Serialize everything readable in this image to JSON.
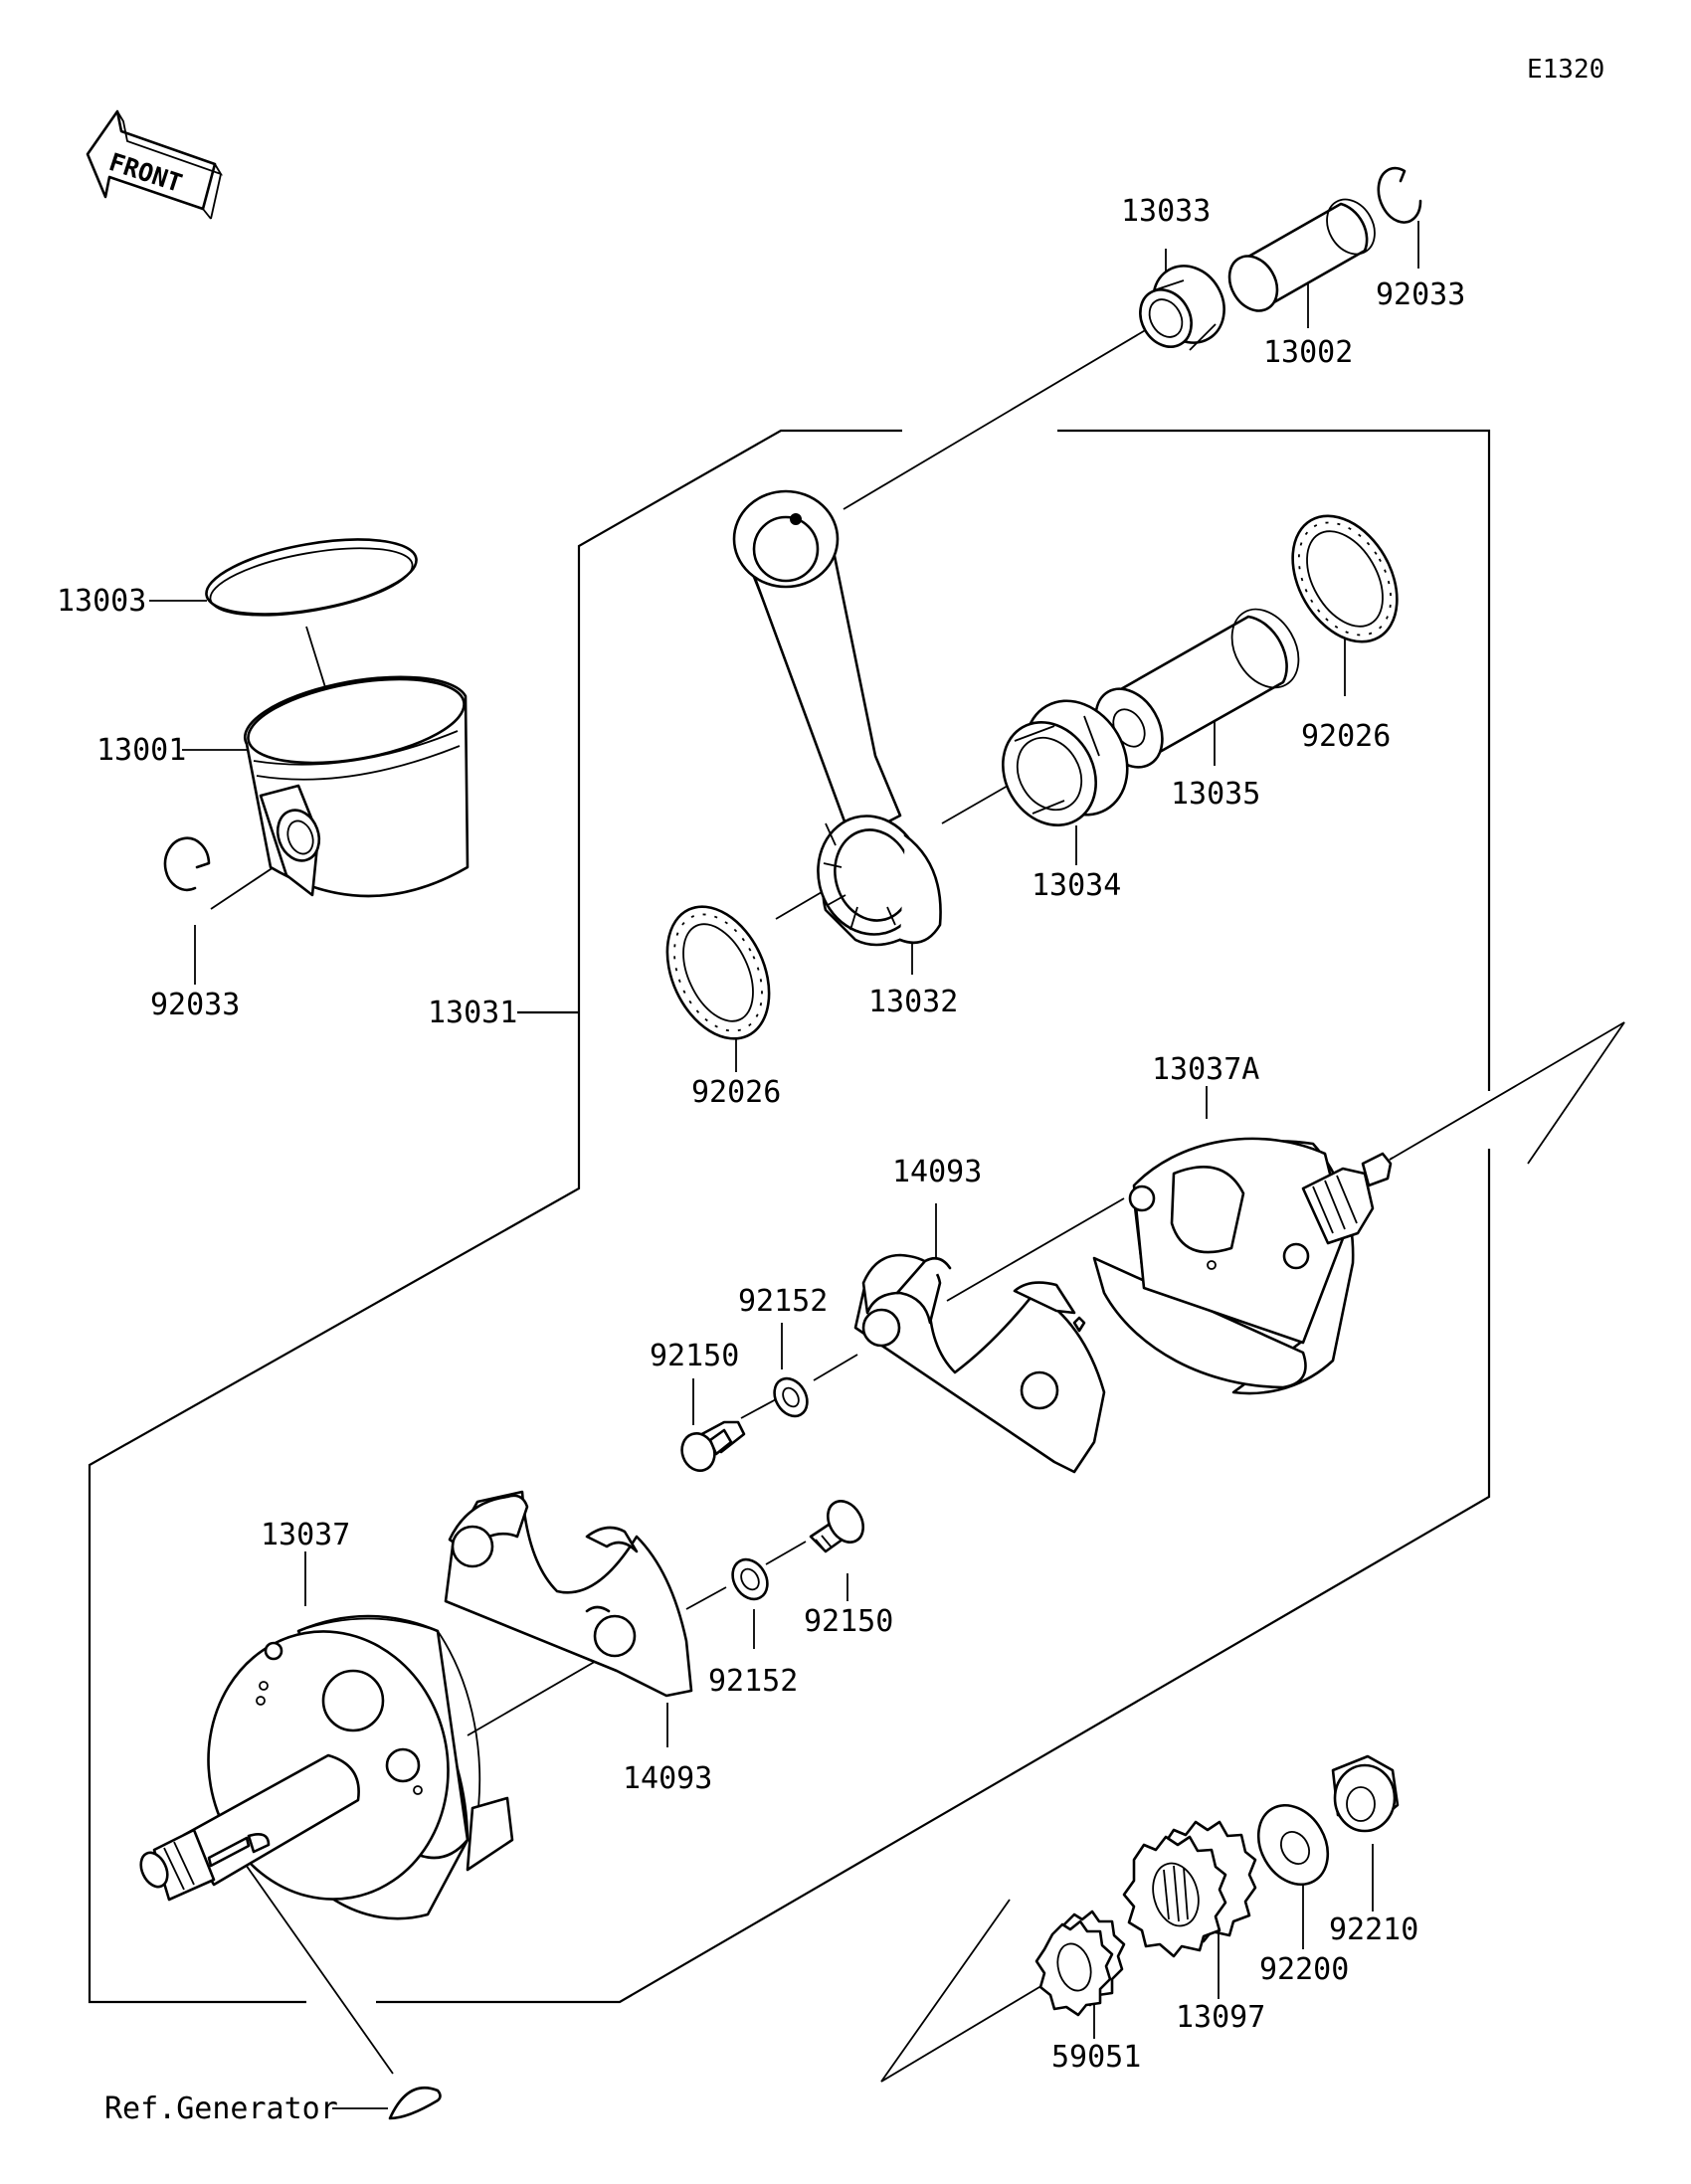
{
  "diagram_code": "E1320",
  "front_arrow_label": "FRONT",
  "labels": {
    "p13033": "13033",
    "p92033_top": "92033",
    "p13002": "13002",
    "p13003": "13003",
    "p13001": "13001",
    "p92033_left": "92033",
    "p92026_right": "92026",
    "p13035": "13035",
    "p13034": "13034",
    "p13032": "13032",
    "p13031": "13031",
    "p92026_left": "92026",
    "p13037A": "13037A",
    "p14093_top": "14093",
    "p92152_top": "92152",
    "p92150_top": "92150",
    "p13037": "13037",
    "p92150_bottom": "92150",
    "p92152_bottom": "92152",
    "p14093_bottom": "14093",
    "p92210": "92210",
    "p92200": "92200",
    "p13097": "13097",
    "p59051": "59051",
    "ref_generator": "Ref.Generator"
  }
}
